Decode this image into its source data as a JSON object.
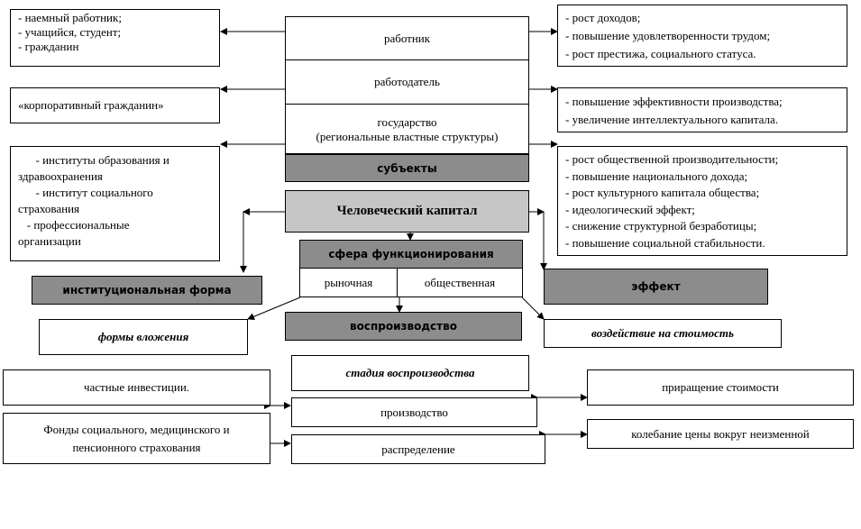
{
  "subjects": {
    "worker": "работник",
    "employer": "работодатель",
    "state_line1": "государство",
    "state_line2": "(региональные властные структуры)",
    "header": "субъекты"
  },
  "left_lists": {
    "worker_roles": [
      "- наемный работник;",
      "- учащийся, студент;",
      "- гражданин"
    ],
    "corporate": "«корпоративный гражданин»",
    "institutions": [
      "      - институты образования и",
      "здравоохранения",
      "      - институт социального",
      "страхования",
      "   - профессиональные",
      "организации"
    ]
  },
  "right_lists": {
    "worker_effects": [
      "- рост доходов;",
      "- повышение удовлетворенности трудом;",
      "- рост престижа, социального статуса."
    ],
    "employer_effects": [
      "- повышение эффективности производства;",
      "- увеличение интеллектуального капитала."
    ],
    "state_effects": [
      "- рост общественной производительности;",
      "- повышение национального дохода;",
      "- рост культурного капитала общества;",
      "- идеологический эффект;",
      "- снижение структурной безработицы;",
      "- повышение социальной стабильности."
    ]
  },
  "core": {
    "human_capital": "Человеческий капитал",
    "sphere": "сфера функционирования",
    "market": "рыночная",
    "public": "общественная",
    "institutional_form": "институциональная форма",
    "effect": "эффект",
    "investment_forms": "формы вложения",
    "value_impact": "воздействие на стоимость",
    "reproduction": "воспроизводство",
    "reproduction_stage": "стадия воспроизводства"
  },
  "bottom": {
    "private_investments": "частные инвестиции.",
    "funds": [
      "Фонды социального, медицинского и",
      "пенсионного страхования"
    ],
    "production": "производство",
    "distribution": "распределение",
    "value_increment": "приращение стоимости",
    "price_fluctuation": "колебание цены вокруг неизменной"
  }
}
